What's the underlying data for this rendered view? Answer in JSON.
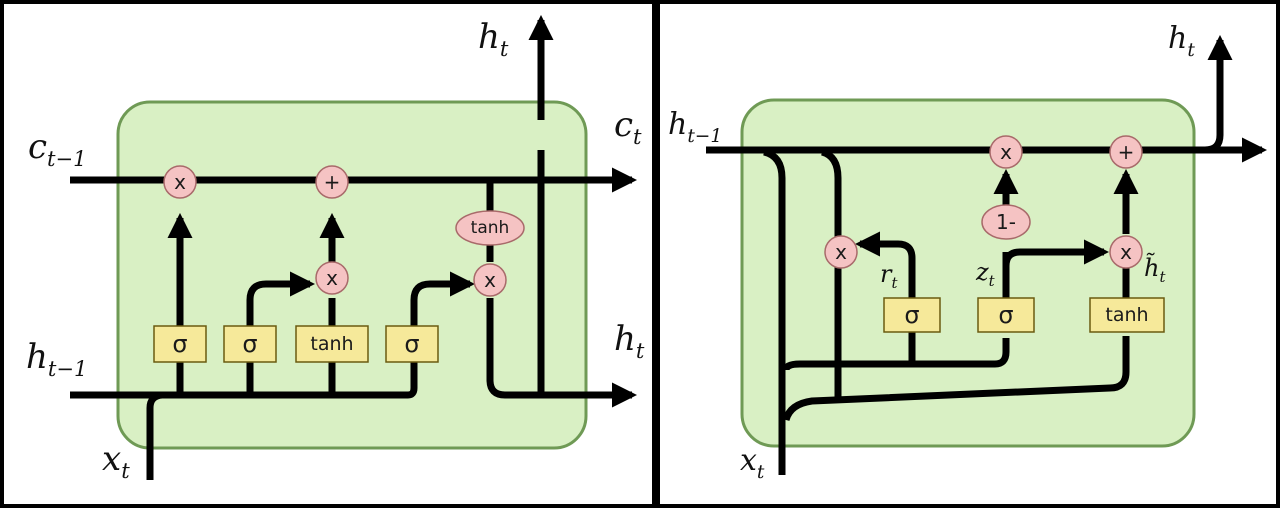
{
  "lstm": {
    "labels": {
      "c_prev": {
        "base": "c",
        "sub": "t−1"
      },
      "c_next": {
        "base": "c",
        "sub": "t"
      },
      "h_prev": {
        "base": "h",
        "sub": "t−1"
      },
      "h_out_top": {
        "base": "h",
        "sub": "t"
      },
      "h_out_right": {
        "base": "h",
        "sub": "t"
      },
      "x_in": {
        "base": "x",
        "sub": "t"
      }
    },
    "gates": [
      "σ",
      "σ",
      "tanh",
      "σ"
    ],
    "ops": {
      "forget_mul": "x",
      "add": "+",
      "input_mul": "x",
      "output_mul": "x",
      "tanh": "tanh"
    }
  },
  "gru": {
    "labels": {
      "h_prev": {
        "base": "h",
        "sub": "t−1"
      },
      "h_out": {
        "base": "h",
        "sub": "t"
      },
      "x_in": {
        "base": "x",
        "sub": "t"
      },
      "r": {
        "base": "r",
        "sub": "t"
      },
      "z": {
        "base": "z",
        "sub": "t"
      },
      "h_tilde": {
        "base": "h̃",
        "sub": "t"
      }
    },
    "gates": [
      "σ",
      "σ",
      "tanh"
    ],
    "ops": {
      "reset_mul": "x",
      "one_minus": "1-",
      "update_mul": "x",
      "candidate_mul": "x",
      "add": "+"
    }
  }
}
